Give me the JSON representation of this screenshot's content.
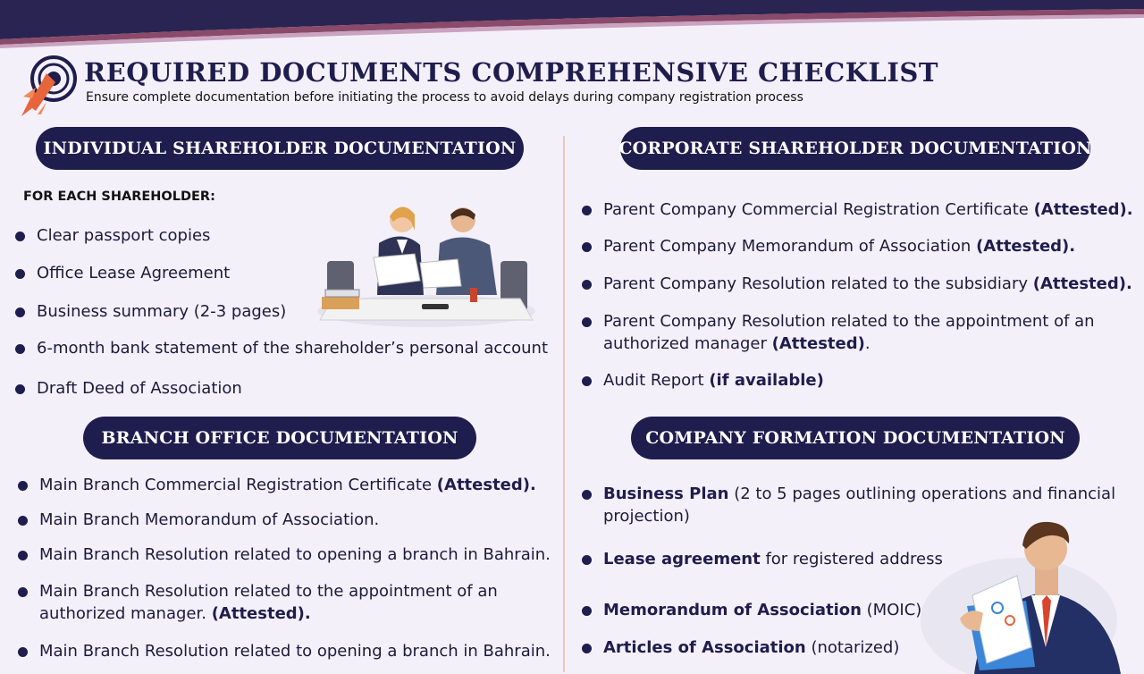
{
  "header": {
    "title": "REQUIRED DOCUMENTS COMPREHENSIVE CHECKLIST",
    "subtitle": "Ensure complete documentation before initiating the process to avoid delays during company registration process"
  },
  "colors": {
    "navy": "#1f1d4d",
    "accent": "#e8643a",
    "background": "#f4f0fa"
  },
  "individual": {
    "heading": "INDIVIDUAL SHAREHOLDER DOCUMENTATION",
    "label": "FOR EACH SHAREHOLDER:",
    "items": [
      "Clear passport copies",
      "Office Lease Agreement",
      "Business summary (2-3 pages)",
      "6-month bank statement of the shareholder’s personal account",
      "Draft Deed of Association"
    ]
  },
  "branch": {
    "heading": "BRANCH OFFICE DOCUMENTATION",
    "items": [
      {
        "text": "Main Branch Commercial Registration Certificate ",
        "bold": "(Attested).",
        "after": ""
      },
      {
        "text": "Main Branch Memorandum of Association.",
        "bold": "",
        "after": ""
      },
      {
        "text": "Main Branch Resolution related to opening a branch in Bahrain.",
        "bold": "",
        "after": ""
      },
      {
        "text": "Main Branch Resolution related to the appointment of an",
        "line2": "authorized manager. ",
        "bold": "(Attested).",
        "after": ""
      },
      {
        "text": "Main Branch Resolution related to opening a branch in Bahrain.",
        "bold": "",
        "after": ""
      }
    ]
  },
  "corporate": {
    "heading": "CORPORATE SHAREHOLDER DOCUMENTATION",
    "items": [
      {
        "text": "Parent Company Commercial Registration Certificate ",
        "bold": "(Attested).",
        "after": ""
      },
      {
        "text": "Parent Company Memorandum of Association ",
        "bold": "(Attested).",
        "after": ""
      },
      {
        "text": "Parent Company Resolution related to the subsidiary ",
        "bold": "(Attested).",
        "after": ""
      },
      {
        "text": "Parent Company Resolution related to the appointment of an",
        "line2": "authorized manager ",
        "bold": "(Attested)",
        "after": "."
      },
      {
        "text": "Audit Report ",
        "bold": "(if available)",
        "after": ""
      }
    ]
  },
  "formation": {
    "heading": "COMPANY FORMATION DOCUMENTATION",
    "items": [
      {
        "bold": "Business Plan",
        "text": " (2 to 5 pages outlining operations and financial",
        "line2": "projection)"
      },
      {
        "bold": "Lease agreement",
        "text": " for registered address"
      },
      {
        "bold": "Memorandum of Association",
        "text": " (MOIC)"
      },
      {
        "bold": "Articles of Association",
        "text": " (notarized)"
      }
    ]
  },
  "icons": {
    "logo": "rocket-icon",
    "bullet": "bullet-dot-icon"
  }
}
